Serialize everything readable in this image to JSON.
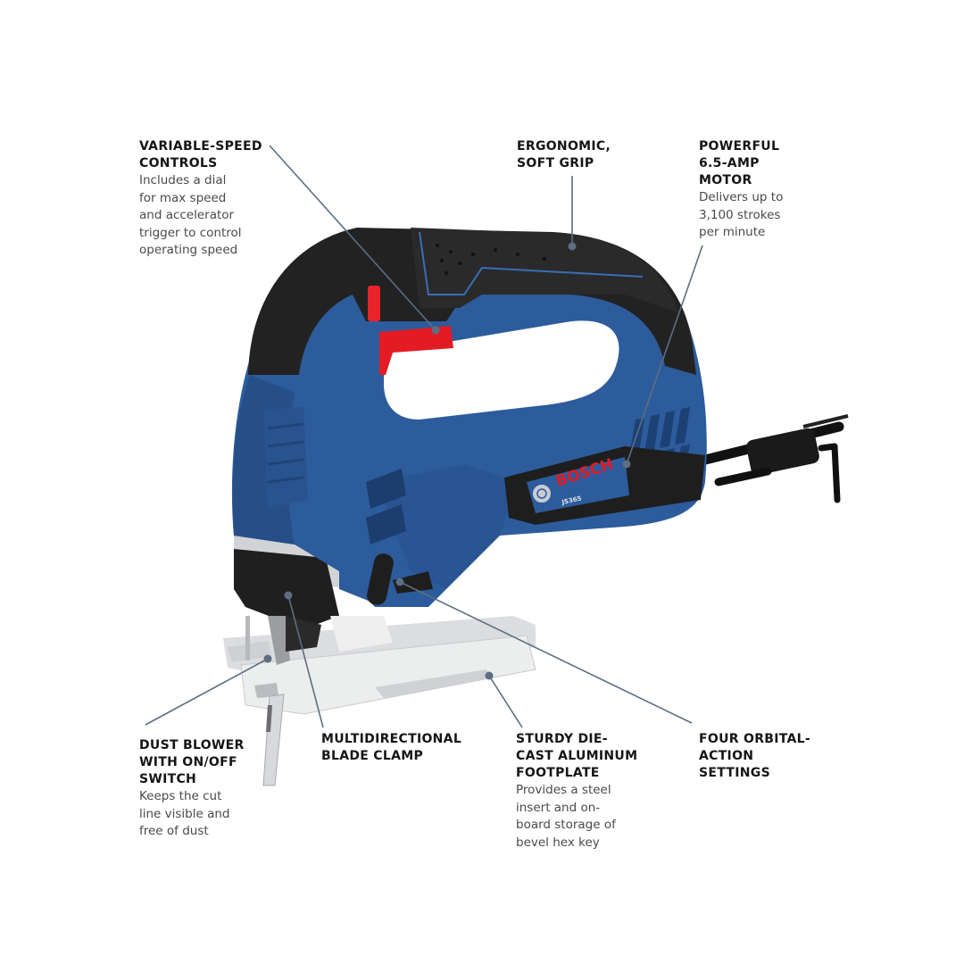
{
  "product": {
    "brand": "BOSCH",
    "model_badge": "JS365",
    "colors": {
      "body_blue": "#2b5a9a",
      "grip_black": "#1e1e1e",
      "trigger_red": "#e21b24",
      "footplate_silver": "#e6e7e9",
      "leader_line": "#5c6e82",
      "text_dark": "#151515",
      "text_body": "#4a4a4a"
    }
  },
  "callouts": [
    {
      "id": "variable-speed",
      "title": "VARIABLE-SPEED\nCONTROLS",
      "description": "Includes a dial\nfor max speed\nand accelerator\ntrigger to control\noperating speed"
    },
    {
      "id": "ergonomic-grip",
      "title": "ERGONOMIC,\nSOFT GRIP",
      "description": ""
    },
    {
      "id": "powerful-motor",
      "title": "POWERFUL\n6.5-AMP\nMOTOR",
      "description": "Delivers up to\n3,100 strokes\nper minute"
    },
    {
      "id": "dust-blower",
      "title": "DUST BLOWER\nWITH ON/OFF\nSWITCH",
      "description": "Keeps the cut\nline visible and\nfree of dust"
    },
    {
      "id": "blade-clamp",
      "title": "MULTIDIRECTIONAL\nBLADE CLAMP",
      "description": ""
    },
    {
      "id": "footplate",
      "title": "STURDY DIE-\nCAST ALUMINUM\nFOOTPLATE",
      "description": "Provides a steel\ninsert and on-\nboard storage of\nbevel hex key"
    },
    {
      "id": "orbital-action",
      "title": "FOUR ORBITAL-\nACTION\nSETTINGS",
      "description": ""
    }
  ]
}
